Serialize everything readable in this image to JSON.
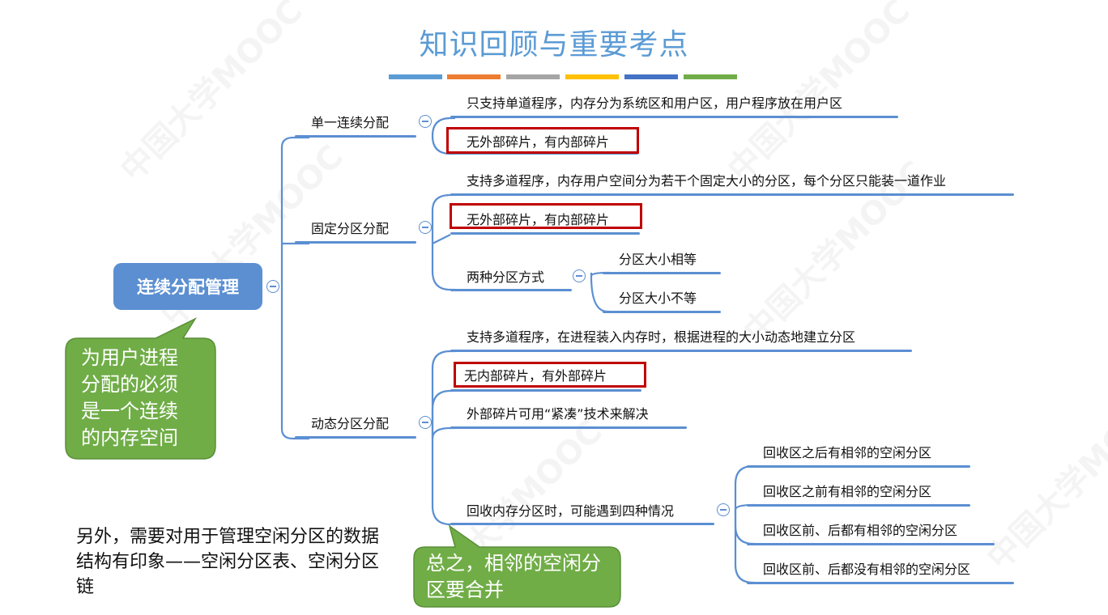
{
  "title": "知识回顾与重要考点",
  "accent_bar_colors": [
    "#5b9bd5",
    "#ed7d31",
    "#a5a5a5",
    "#ffc000",
    "#4472c4",
    "#70ad47"
  ],
  "watermark": "中国大学MOOC",
  "root": {
    "label": "连续分配管理"
  },
  "branch1": {
    "label": "单一连续分配",
    "items": [
      "只支持单道程序，内存分为系统区和用户区，用户程序放在用户区",
      "无外部碎片，有内部碎片"
    ]
  },
  "branch2": {
    "label": "固定分区分配",
    "items": [
      "支持多道程序，内存用户空间分为若干个固定大小的分区，每个分区只能装一道作业",
      "无外部碎片，有内部碎片",
      "两种分区方式"
    ],
    "sub": [
      "分区大小相等",
      "分区大小不等"
    ]
  },
  "branch3": {
    "label": "动态分区分配",
    "items": [
      "支持多道程序，在进程装入内存时，根据进程的大小动态地建立分区",
      "无内部碎片，有外部碎片",
      "外部碎片可用“紧凑”技术来解决",
      "回收内存分区时，可能遇到四种情况"
    ],
    "sub": [
      "回收区之后有相邻的空闲分区",
      "回收区之前有相邻的空闲分区",
      "回收区前、后都有相邻的空闲分区",
      "回收区前、后都没有相邻的空闲分区"
    ]
  },
  "callout_blue": "为用户进程分配的必须是一个连续的内存空间",
  "callout_green": "总之，相邻的空闲分区要合并",
  "note": "另外，需要对用于管理空闲分区的数据结构有印象——空闲分区表、空闲分区链",
  "colors": {
    "node_blue": "#5b8fd2",
    "callout_green": "#70ad47",
    "highlight_red": "#c00000",
    "title_blue": "#5b9bd5"
  }
}
